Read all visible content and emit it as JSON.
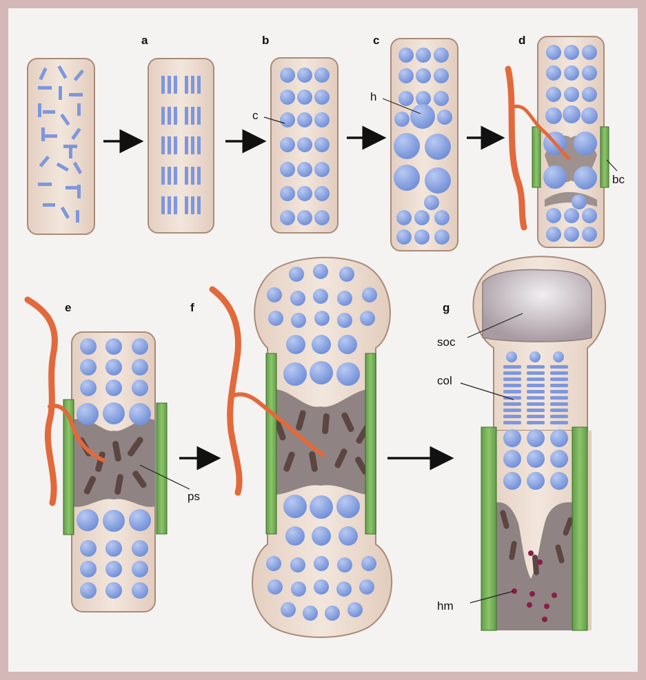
{
  "panels": {
    "a": "a",
    "b": "b",
    "c": "c",
    "d": "d",
    "e": "e",
    "f": "f",
    "g": "g"
  },
  "labels": {
    "c": "c",
    "h": "h",
    "bc": "bc",
    "ps": "ps",
    "soc": "soc",
    "col": "col",
    "hm": "hm"
  },
  "colors": {
    "background_border": "#d3b8b7",
    "paper": "#f4f3f1",
    "cartilage": "#e9d7cb",
    "cartilage_outline": "#a88a78",
    "cell": "#7e97dc",
    "cell_light": "#b5c6f1",
    "bone_collar": "#78b15a",
    "blood_vessel": "#e2693c",
    "primary_spongiosa": "#8f8483",
    "trabecula": "#5d4642",
    "marrow_dot": "#8a1d4a",
    "secondary_ossification": "#b3a6aa"
  },
  "icons": [
    "arrow-right-icon"
  ]
}
